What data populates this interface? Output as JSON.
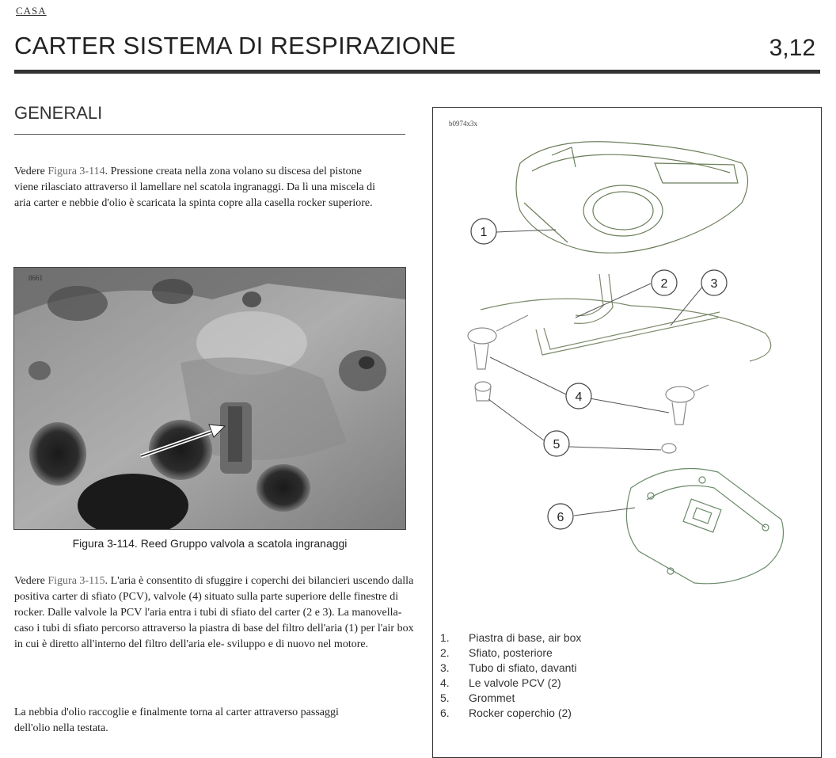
{
  "header": {
    "nav_link": "CASA",
    "title": "CARTER SISTEMA DI RESPIRAZIONE",
    "page_number": "3,12"
  },
  "section": {
    "heading": "GENERALI"
  },
  "para1": {
    "prefix": "Vedere ",
    "link": "Figura 3-114",
    "text": ". Pressione creata nella zona volano su discesa del pistone viene rilasciato attraverso il lamellare nel scatola ingranaggi. Da lì una miscela di aria carter e nebbie d'olio è scaricata la spinta copre alla casella rocker superiore."
  },
  "photo": {
    "code": "8661",
    "caption": "Figura 3-114. Reed Gruppo valvola a scatola ingranaggi"
  },
  "para2": {
    "prefix": "Vedere ",
    "link": "Figura 3-115",
    "text": ". L'aria è consentito di sfuggire i coperchi dei bilancieri uscendo dalla positiva carter di sfiato (PCV), valvole (4) situato sulla parte superiore delle finestre di rocker. Dalle valvole la PCV l'aria entra i tubi di sfiato del carter (2 e 3). La manovella- caso i tubi di sfiato percorso attraverso la piastra di base del filtro dell'aria (1) per l'air box in cui è diretto all'interno del filtro dell'aria ele- sviluppo e di nuovo nel motore."
  },
  "para3": {
    "text": "La nebbia d'olio raccoglie e finalmente torna al carter attraverso passaggi dell'olio nella testata."
  },
  "diagram": {
    "code": "b0974x3x",
    "callouts": [
      "1",
      "2",
      "3",
      "4",
      "5",
      "6"
    ],
    "legend": [
      {
        "num": "1.",
        "label": "Piastra di base, air box"
      },
      {
        "num": "2.",
        "label": "Sfiato, posteriore"
      },
      {
        "num": "3.",
        "label": "Tubo di sfiato, davanti"
      },
      {
        "num": "4.",
        "label": "Le valvole PCV (2)"
      },
      {
        "num": "5.",
        "label": "Grommet"
      },
      {
        "num": "6.",
        "label": "Rocker coperchio (2)"
      }
    ]
  },
  "colors": {
    "text": "#222222",
    "link_gray": "#666666",
    "rule": "#333333"
  }
}
